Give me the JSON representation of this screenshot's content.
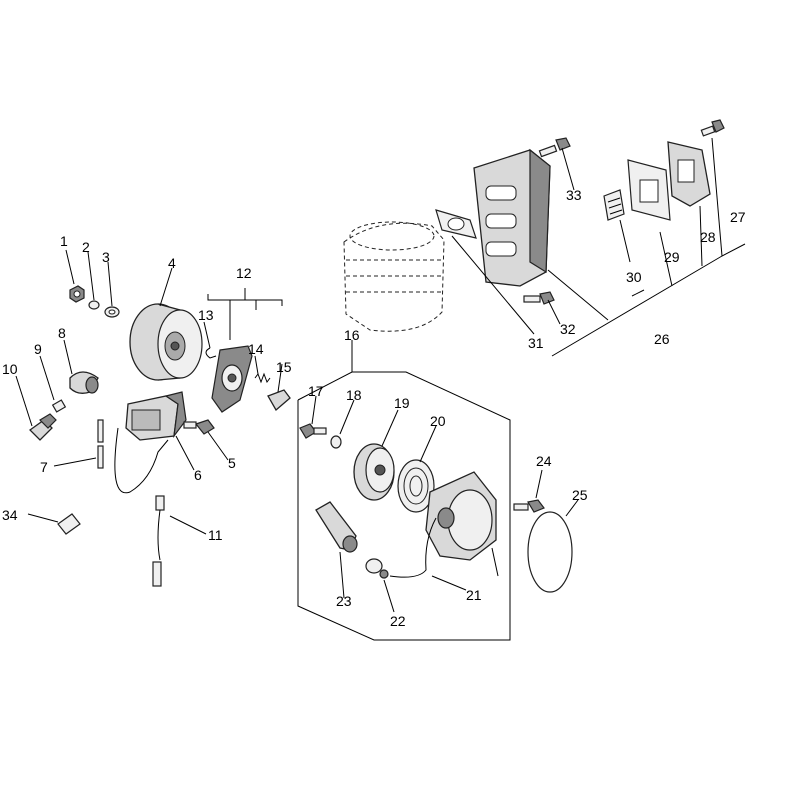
{
  "diagram": {
    "labels": [
      "1",
      "2",
      "3",
      "4",
      "5",
      "6",
      "7",
      "8",
      "9",
      "10",
      "11",
      "12",
      "13",
      "14",
      "15",
      "16",
      "17",
      "18",
      "19",
      "20",
      "21",
      "22",
      "23",
      "24",
      "25",
      "26",
      "27",
      "28",
      "29",
      "30",
      "31",
      "32",
      "33",
      "34"
    ]
  }
}
